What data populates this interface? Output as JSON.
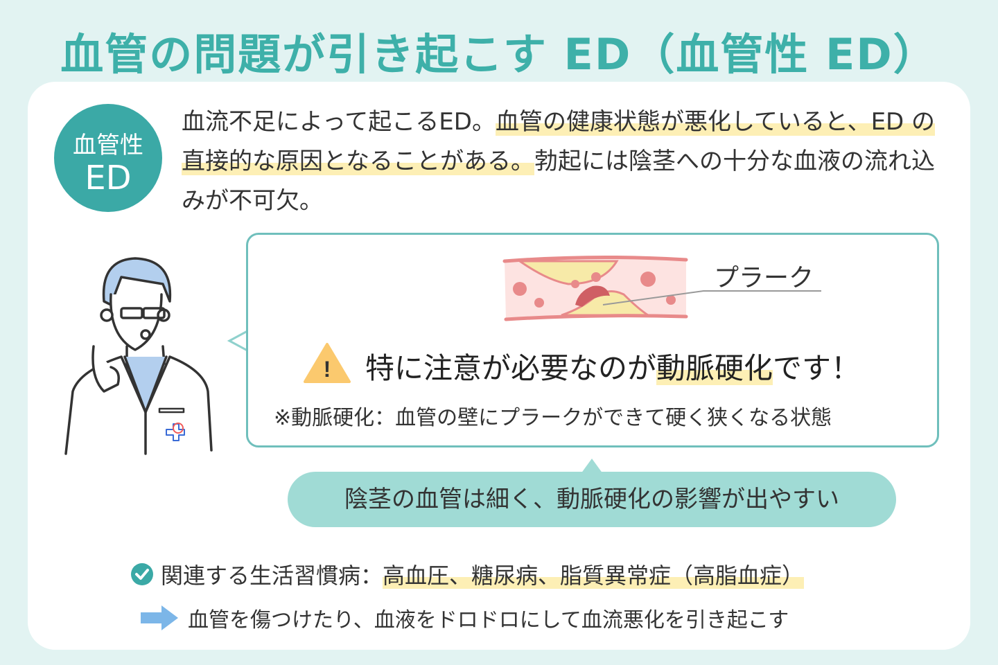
{
  "title": "血管の問題が引き起こす ED（血管性 ED）",
  "badge": {
    "line1": "血管性",
    "line2": "ED"
  },
  "intro": {
    "part1": "血流不足によって起こるED。",
    "highlight1": "血管の健康状態が悪化していると、ED の直接的な原因となることがある。",
    "part2": "勃起には陰茎への十分な血液の流れ込みが不可欠。"
  },
  "illustration": {
    "plaque_label": "プラーク"
  },
  "warning": {
    "before": "特に注意が必要なのが",
    "highlight": "動脈硬化",
    "after": "です！",
    "icon_text": "!"
  },
  "note": "※動脈硬化：血管の壁にプラークができて硬く狭くなる状態",
  "pill": "陰茎の血管は細く、動脈硬化の影響が出やすい",
  "related": {
    "label": "関連する生活習慣病：",
    "highlight": "高血圧、糖尿病、脂質異常症（高脂血症）"
  },
  "effect": "血管を傷つけたり、血液をドロドロにして血流悪化を引き起こす",
  "colors": {
    "teal": "#3eb0a9",
    "highlight": "#fdefb5",
    "pill": "#a0dbd5",
    "vessel": "#e88a8a",
    "plaque": "#f7eaa8"
  }
}
